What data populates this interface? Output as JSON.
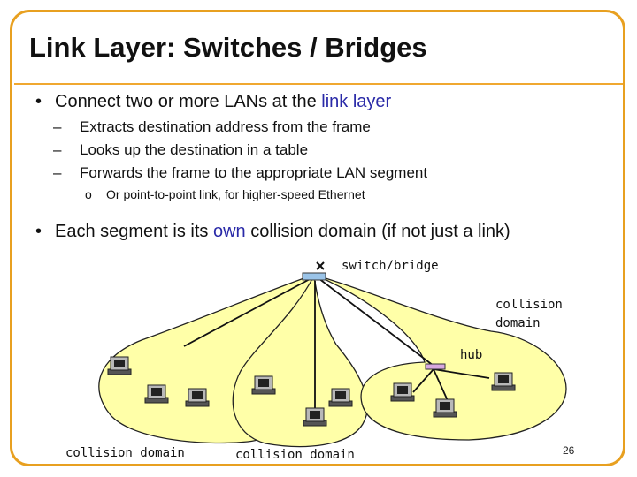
{
  "title": "Link Layer: Switches / Bridges",
  "bullets": [
    {
      "pre": "Connect two or more LANs at the ",
      "highlight": "link layer",
      "post": "",
      "sub": [
        "Extracts destination address from the frame",
        "Looks up the destination in a table",
        "Forwards the frame to the appropriate LAN segment"
      ],
      "subsub": [
        "Or point-to-point link, for higher-speed Ethernet"
      ]
    },
    {
      "pre": "Each segment is its ",
      "highlight": "own",
      "post": " collision domain (if not just a link)"
    }
  ],
  "diagram": {
    "switch_label": "switch/bridge",
    "collision_domain_label_right": "collision\ndomain",
    "hub_label": "hub",
    "bottom_label_left": "collision domain",
    "bottom_label_middle": "collision domain"
  },
  "page_number": "26",
  "colors": {
    "frame": "#e8a020",
    "highlight": "#2a2aa8",
    "domain_fill": "#ffffa8",
    "switch_fill": "#9bc4e8",
    "hub_fill": "#d8a8e0"
  }
}
